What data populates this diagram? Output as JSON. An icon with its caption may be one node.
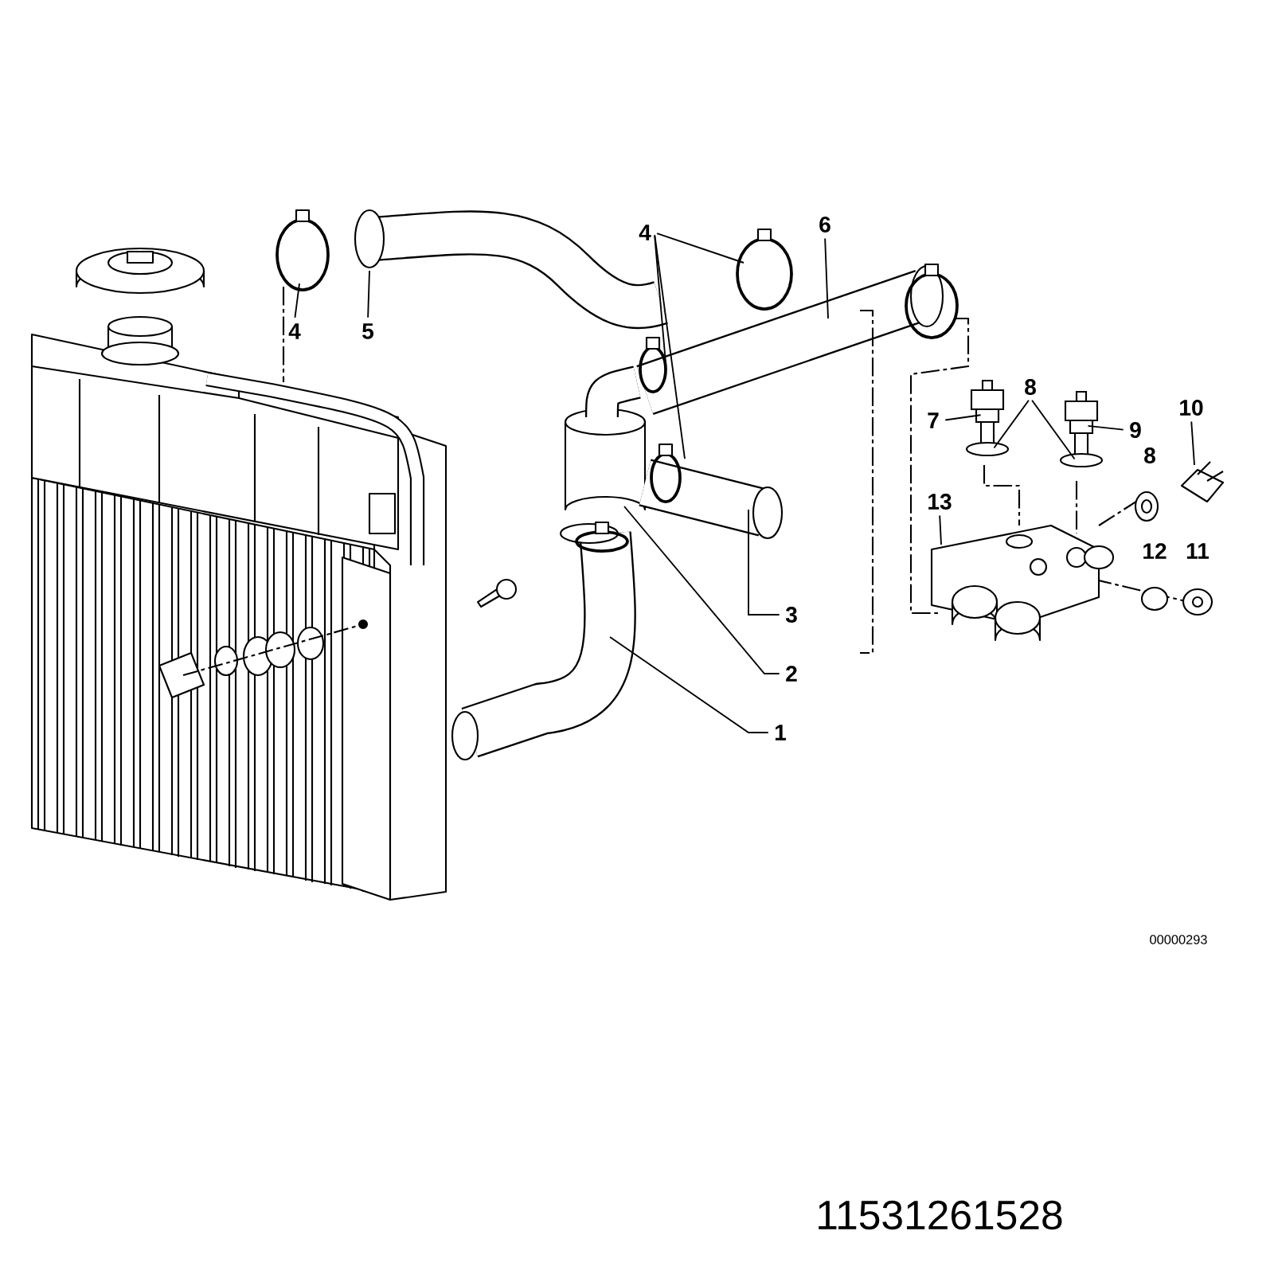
{
  "diagram": {
    "nodes": [
      {
        "text": [
          "4"
        ]
      },
      {
        "text": [
          "5"
        ]
      },
      {
        "text": [
          "4"
        ]
      },
      {
        "text": [
          "6"
        ]
      },
      {
        "text": [
          "3"
        ]
      },
      {
        "text": [
          "2"
        ]
      },
      {
        "text": [
          "1"
        ]
      },
      {
        "text": [
          "7"
        ]
      },
      {
        "text": [
          "8"
        ]
      },
      {
        "text": [
          "9"
        ]
      },
      {
        "text": [
          "10"
        ]
      },
      {
        "text": [
          "13"
        ]
      },
      {
        "text": [],
        "shape": "picture"
      },
      {
        "text": [],
        "shape": "picture"
      }
    ],
    "edges": [
      {
        "from": 0,
        "to": null,
        "arrow": "none"
      },
      {
        "from": 1,
        "to": null,
        "arrow": "none"
      },
      {
        "from": 2,
        "to": null,
        "arrow": "none"
      },
      {
        "from": 2,
        "to": null,
        "arrow": "none"
      },
      {
        "from": 2,
        "to": null,
        "arrow": "none"
      },
      {
        "from": 3,
        "to": null,
        "arrow": "none"
      },
      {
        "from": 4,
        "to": null,
        "arrow": "none"
      },
      {
        "from": 5,
        "to": null,
        "arrow": "none"
      },
      {
        "from": 6,
        "to": null,
        "arrow": "none"
      },
      {
        "from": 7,
        "to": 12,
        "arrow": "none"
      },
      {
        "from": 8,
        "to": 12,
        "arrow": "none"
      },
      {
        "from": 8,
        "to": 13,
        "arrow": "none"
      },
      {
        "from": 9,
        "to": 13,
        "arrow": "none"
      },
      {
        "from": 10,
        "to": null,
        "arrow": "none"
      },
      {
        "from": 11,
        "to": null,
        "arrow": "none"
      }
    ],
    "labels": [
      "8",
      "12",
      "11",
      "00000293",
      "11531261528"
    ]
  }
}
